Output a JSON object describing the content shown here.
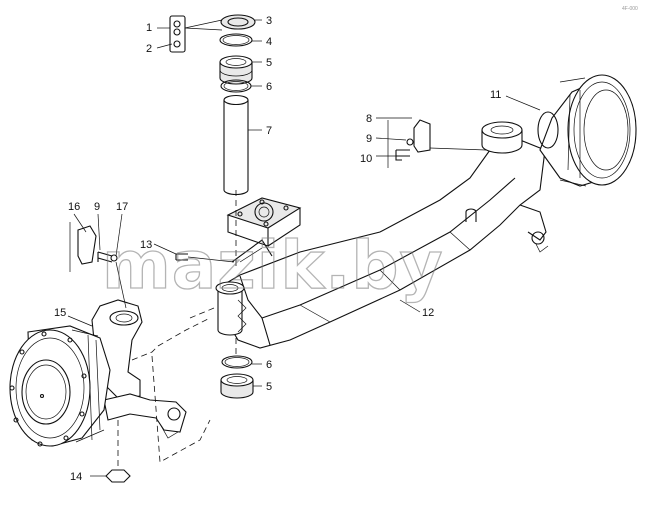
{
  "watermark": "mazik.by",
  "corner_mark": "4F-000",
  "callouts": [
    {
      "id": "c1",
      "label": "1"
    },
    {
      "id": "c2",
      "label": "2"
    },
    {
      "id": "c3",
      "label": "3"
    },
    {
      "id": "c4",
      "label": "4"
    },
    {
      "id": "c5a",
      "label": "5"
    },
    {
      "id": "c6a",
      "label": "6"
    },
    {
      "id": "c7",
      "label": "7"
    },
    {
      "id": "c8",
      "label": "8"
    },
    {
      "id": "c9a",
      "label": "9"
    },
    {
      "id": "c10",
      "label": "10"
    },
    {
      "id": "c11",
      "label": "11"
    },
    {
      "id": "c12",
      "label": "12"
    },
    {
      "id": "c13",
      "label": "13"
    },
    {
      "id": "c14",
      "label": "14"
    },
    {
      "id": "c15",
      "label": "15"
    },
    {
      "id": "c16",
      "label": "16"
    },
    {
      "id": "c9b",
      "label": "9"
    },
    {
      "id": "c17",
      "label": "17"
    },
    {
      "id": "c6b",
      "label": "6"
    },
    {
      "id": "c5b",
      "label": "5"
    }
  ]
}
